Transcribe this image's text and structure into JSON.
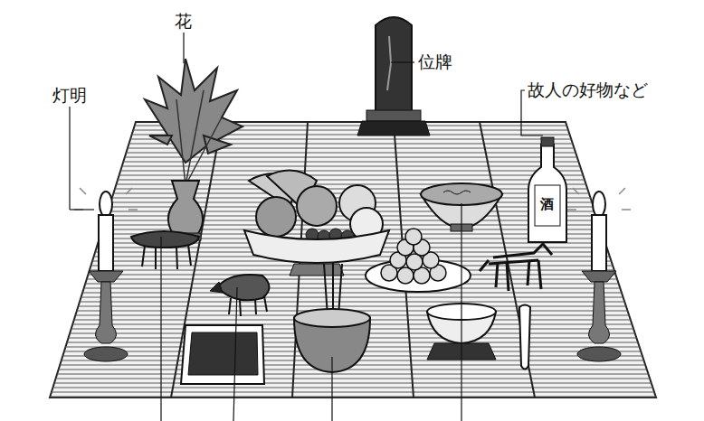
{
  "diagram": {
    "labels": [
      "花",
      "位牌",
      "故人の好物など",
      "灯明",
      "酒"
    ]
  }
}
